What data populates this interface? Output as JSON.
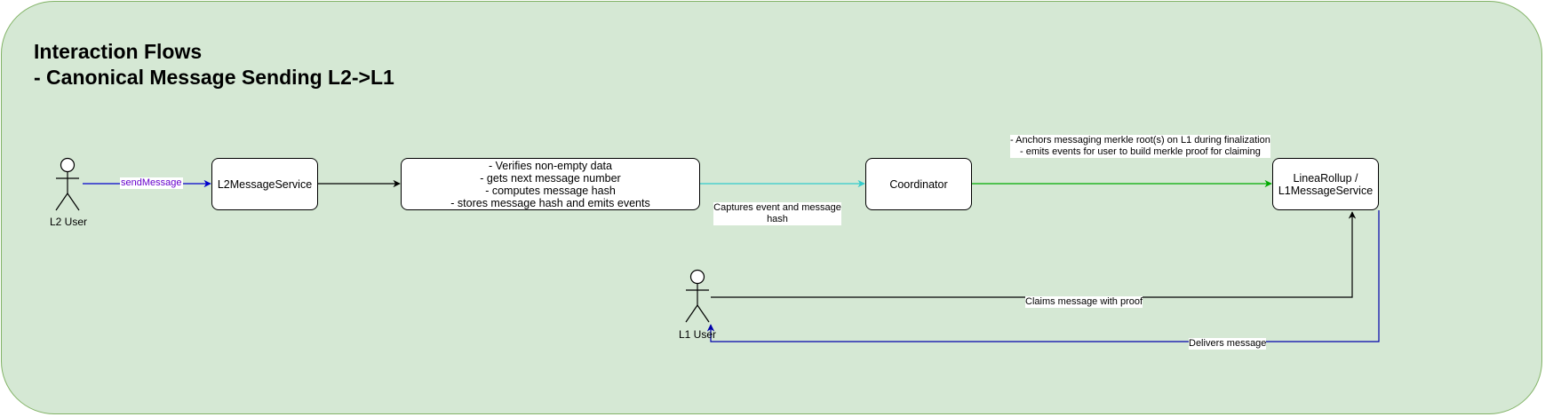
{
  "title": {
    "line1": "Interaction Flows",
    "line2": "- Canonical Message Sending L2->L1"
  },
  "actors": {
    "l2_user": "L2 User",
    "l1_user": "L1 User"
  },
  "nodes": {
    "l2_message_service": "L2MessageService",
    "process_steps": [
      "- Verifies non-empty data",
      "- gets next message number",
      "- computes message hash",
      "- stores message hash and emits events"
    ],
    "coordinator": "Coordinator",
    "linea_rollup": [
      "LineaRollup /",
      "L1MessageService"
    ]
  },
  "edges": {
    "send_message": "sendMessage",
    "captures_event": [
      "Captures event and message",
      "hash"
    ],
    "anchors": [
      "- Anchors messaging merkle root(s) on L1 during finalization",
      "- emits events for user to build merkle proof for claiming"
    ],
    "claims": "Claims message with proof",
    "delivers": "Delivers message"
  },
  "colors": {
    "background": "#d5e8d4",
    "background_border": "#82b366",
    "send_message_edge": "#0000cc",
    "send_message_label": "#6600cc",
    "captures_edge": "#33cccc",
    "anchors_edge": "#00aa00",
    "delivers_edge": "#0000aa",
    "default_edge": "#000000"
  }
}
